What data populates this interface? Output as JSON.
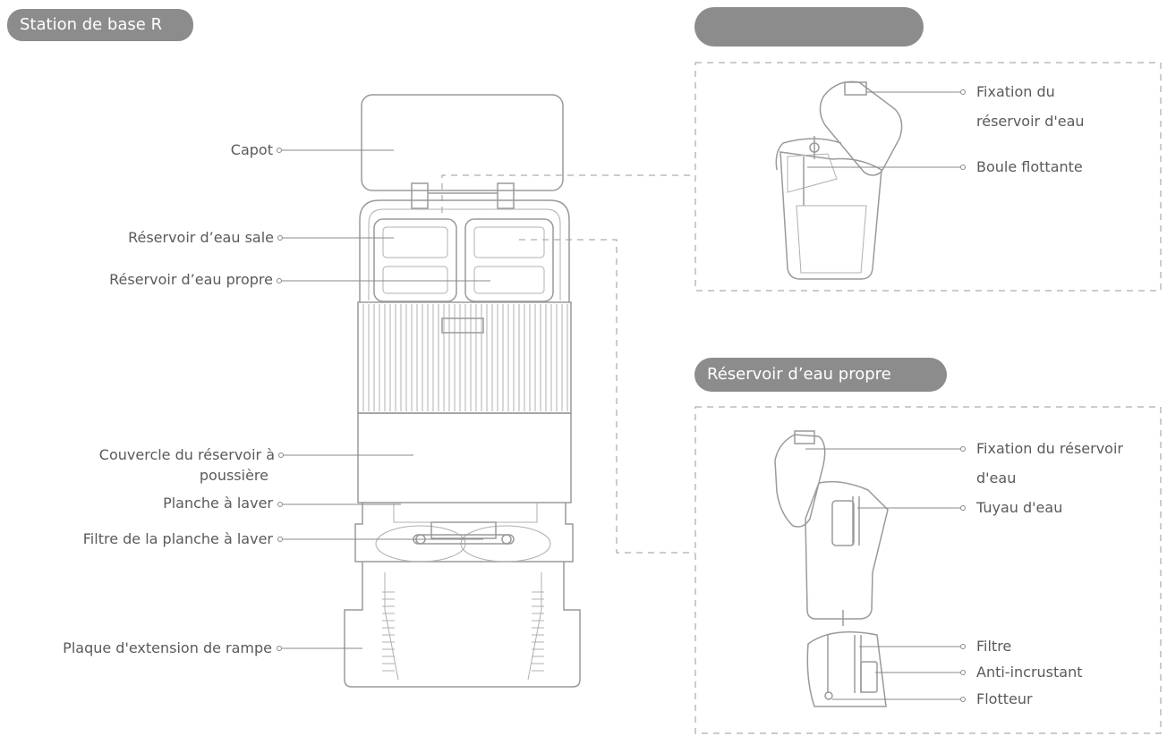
{
  "headings": {
    "base": "Station de base R",
    "top_right": "",
    "clean_tank": "Réservoir d’eau propre"
  },
  "base_labels": {
    "capot": "Capot",
    "dirty_tank": "Réservoir d’eau sale",
    "clean_tank": "Réservoir d’eau propre",
    "dust_cover_1": "Couvercle du réservoir à",
    "dust_cover_2": "poussière",
    "washboard": "Planche à laver",
    "washboard_filter": "Filtre de la planche à laver",
    "ramp_plate": "Plaque d'extension de rampe"
  },
  "dirty_tank_labels": {
    "fixation_1": "Fixation du",
    "fixation_2": "réservoir d'eau",
    "float_ball": "Boule flottante"
  },
  "clean_tank_labels": {
    "fixation_1": "Fixation du réservoir",
    "fixation_2": "d'eau",
    "water_pipe": "Tuyau d'eau",
    "filter": "Filtre",
    "anti_scale": "Anti-incrustant",
    "floater": "Flotteur"
  }
}
